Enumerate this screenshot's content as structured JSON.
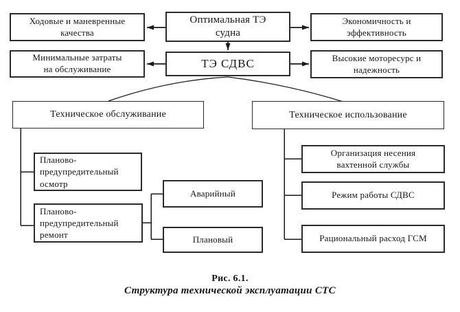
{
  "colors": {
    "ink": "#151515",
    "border": "#2b2b2b",
    "background": "#ffffff"
  },
  "nodes": {
    "hodovye": {
      "label": "Ходовые и маневренные качества"
    },
    "optimal": {
      "label": "Оптимальная ТЭ судна"
    },
    "economy": {
      "label": "Экономичность и эффективность"
    },
    "minimal": {
      "label": "Минимальные затраты на обслуживание"
    },
    "te_sdvs": {
      "label": "ТЭ СДВС"
    },
    "vysokie": {
      "label": "Высокие моторесурс и надежность"
    },
    "tech_obsl": {
      "label": "Техническое обслуживание"
    },
    "tech_isp": {
      "label": "Техническое использование"
    },
    "ppo": {
      "label": "Планово-предупредительный осмотр"
    },
    "ppr": {
      "label": "Планово-предупредительный ремонт"
    },
    "avar": {
      "label": "Аварийный"
    },
    "plan": {
      "label": "Плановый"
    },
    "org": {
      "label": "Организация несения вахтенной службы"
    },
    "rezhim": {
      "label": "Режим работы СДВС"
    },
    "ratsional": {
      "label": "Рациональный расход ГСМ"
    }
  },
  "caption": {
    "figure": "Рис. 6.1.",
    "title": "Структура технической эксплуатации СТС"
  }
}
